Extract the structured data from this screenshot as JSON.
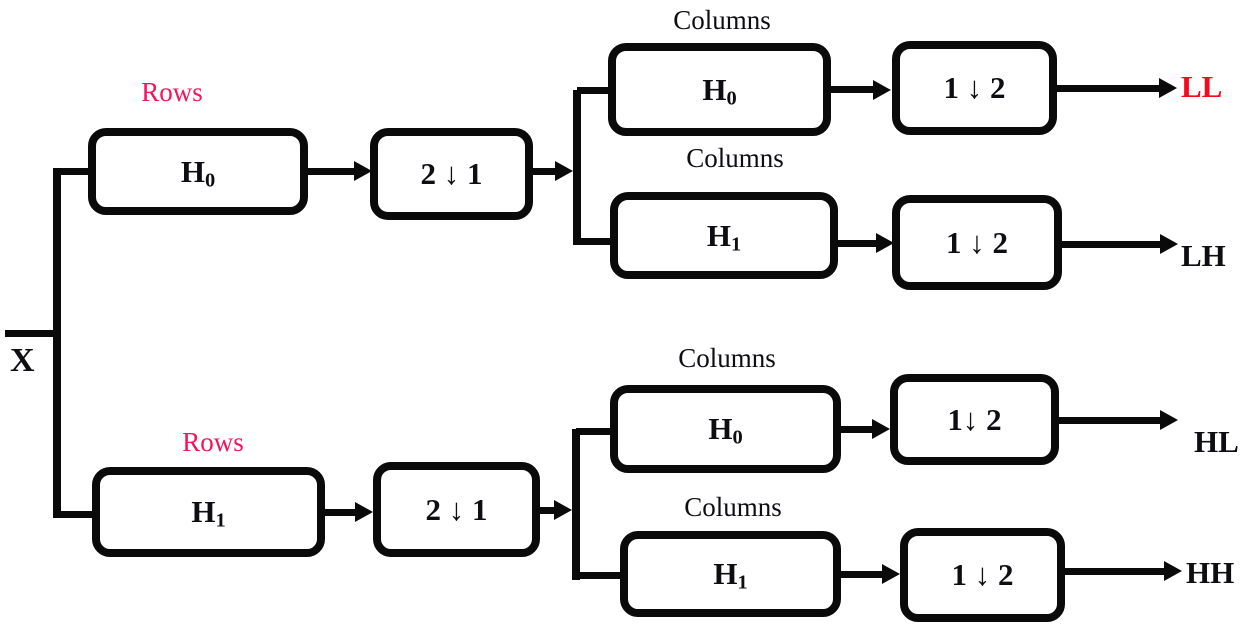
{
  "diagram": {
    "type": "2D DWT filter bank decomposition",
    "colors": {
      "accent_rows": "#f2155a",
      "accent_ll": "#f8081f",
      "line": "#0a0a0a",
      "background": "#ffffff"
    },
    "input_label": "X",
    "top_branch": {
      "stage_label": "Rows",
      "filter": {
        "base": "H",
        "sub": "0"
      },
      "downsampler": "2 ↓ 1",
      "paths": [
        {
          "stage_label": "Columns",
          "filter": {
            "base": "H",
            "sub": "0"
          },
          "downsampler": "1 ↓ 2",
          "output": "LL"
        },
        {
          "stage_label": "Columns",
          "filter": {
            "base": "H",
            "sub": "1"
          },
          "downsampler": "1 ↓ 2",
          "output": "LH"
        }
      ]
    },
    "bottom_branch": {
      "stage_label": "Rows",
      "filter": {
        "base": "H",
        "sub": "1"
      },
      "downsampler": "2 ↓ 1",
      "paths": [
        {
          "stage_label": "Columns",
          "filter": {
            "base": "H",
            "sub": "0"
          },
          "downsampler": "1↓ 2",
          "output": "HL"
        },
        {
          "stage_label": "Columns",
          "filter": {
            "base": "H",
            "sub": "1"
          },
          "downsampler": "1 ↓ 2",
          "output": "HH"
        }
      ]
    }
  }
}
